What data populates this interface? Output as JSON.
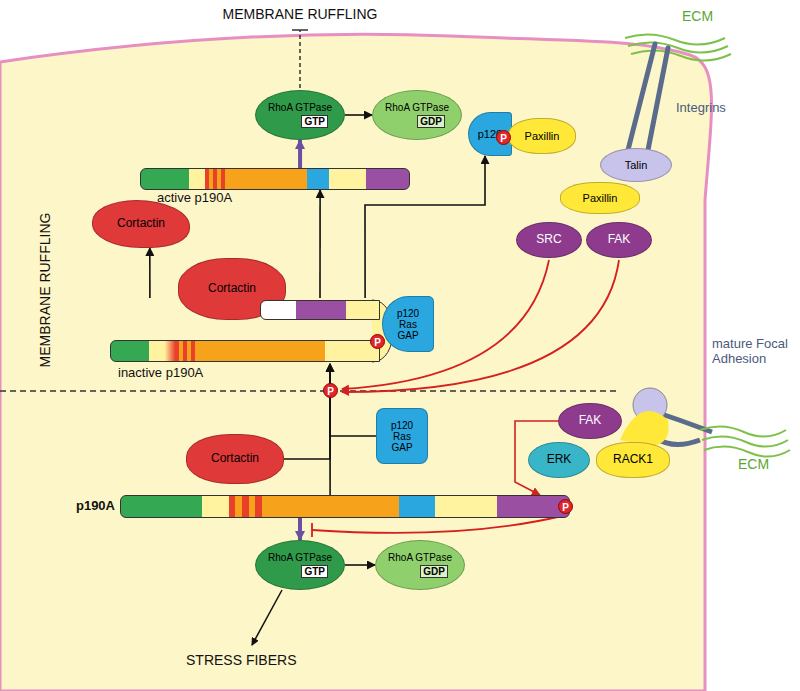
{
  "diagram": {
    "nodes": [
      {
        "text": [
          "RhoA GTPase",
          "GTP"
        ]
      },
      {
        "text": [
          "RhoA GTPase",
          "GDP"
        ]
      },
      {
        "text": [
          "active p190A"
        ]
      },
      {
        "text": [
          "p120"
        ]
      },
      {
        "text": [
          "Paxillin"
        ]
      },
      {
        "text": [
          "Cortactin"
        ]
      },
      {
        "text": [
          "Cortactin"
        ]
      },
      {
        "text": [
          "inactive p190A"
        ]
      },
      {
        "text": [
          "p120 Ras GAP"
        ]
      },
      {
        "text": [
          "Talin"
        ]
      },
      {
        "text": [
          "Paxillin"
        ]
      },
      {
        "text": [
          "SRC"
        ]
      },
      {
        "text": [
          "FAK"
        ]
      },
      {
        "text": [
          "p120 Ras GAP"
        ]
      },
      {
        "text": [
          "Cortactin"
        ]
      },
      {
        "text": [
          "p190A"
        ]
      },
      {
        "text": [
          "FAK"
        ]
      },
      {
        "text": [
          "ERK"
        ]
      },
      {
        "text": [
          "RACK1"
        ]
      },
      {
        "text": [
          "RhoA GTPase",
          "GTP"
        ]
      },
      {
        "text": [
          "RhoA GTPase",
          "GDP"
        ]
      }
    ],
    "edges": [
      {
        "from": 0,
        "to": 1,
        "arrow": "to"
      },
      {
        "from": 2,
        "to": 0,
        "arrow": "to"
      },
      {
        "from": 7,
        "to": 2,
        "arrow": "to"
      },
      {
        "from": 7,
        "to": 5,
        "arrow": "to"
      },
      {
        "from": 7,
        "to": 3,
        "arrow": "to"
      },
      {
        "from": 15,
        "to": 7,
        "arrow": "to"
      },
      {
        "from": 14,
        "to": 7,
        "arrow": "to"
      },
      {
        "from": 13,
        "to": 7,
        "arrow": "to"
      },
      {
        "from": 16,
        "to": 15,
        "arrow": "to"
      },
      {
        "from": 15,
        "to": 19,
        "arrow": "to"
      },
      {
        "from": 19,
        "to": 20,
        "arrow": "to"
      }
    ],
    "labels": [
      "MEMBRANE RUFFLING",
      "MEMBRANE RUFFLING",
      "ECM",
      "Integrins",
      "P",
      "P",
      "P",
      "mature Focal Adhesion",
      "ECM",
      "P",
      "STRESS FIBERS"
    ]
  }
}
